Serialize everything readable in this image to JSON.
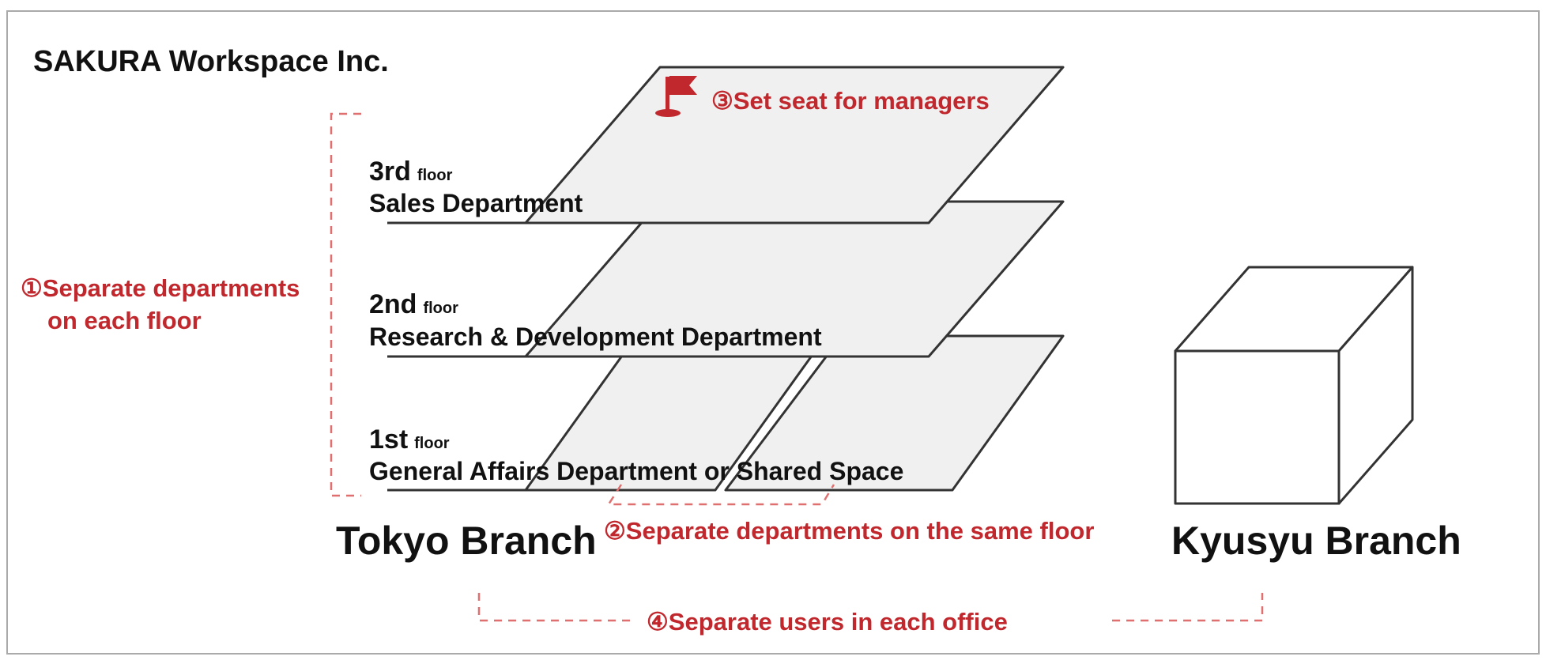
{
  "title": "SAKURA Workspace Inc.",
  "floors": [
    {
      "number": "3rd",
      "suffix": "floor",
      "department": "Sales Department"
    },
    {
      "number": "2nd",
      "suffix": "floor",
      "department": "Research & Development Department"
    },
    {
      "number": "1st",
      "suffix": "floor",
      "department": "General Affairs Department or Shared Space"
    }
  ],
  "branches": {
    "tokyo": "Tokyo Branch",
    "kyusyu": "Kyusyu Branch"
  },
  "notes": {
    "n1_line1": "①Separate departments",
    "n1_line2": "on each floor",
    "n2": "②Separate departments on the same floor",
    "n3": "③Set seat for managers",
    "n4": "④Separate users in each office"
  },
  "icons": {
    "flag": "flag-icon"
  },
  "colors": {
    "accent": "#c0282d",
    "dash": "#e07070",
    "plate_fill": "#f0f0f0",
    "line": "#333333",
    "frame": "#aaaaaa"
  }
}
